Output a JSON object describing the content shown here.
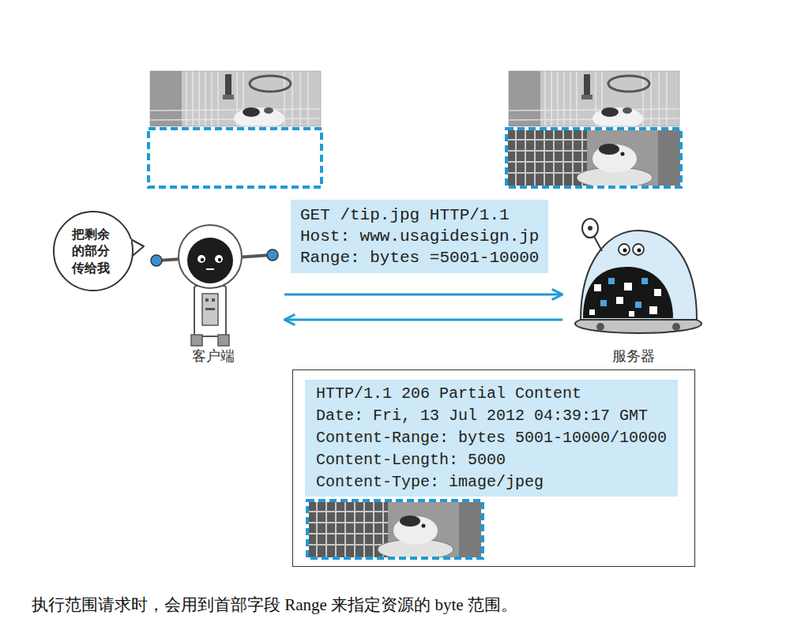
{
  "diagram": {
    "caption": "执行范围请求时，会用到首部字段 Range 来指定资源的 byte 范围。",
    "nodes": [
      {
        "text": [
          "把剩余 的部分 传给我"
        ]
      },
      {
        "text": [
          "客户端"
        ]
      },
      {
        "text": [
          "GET /tip.jpg HTTP/1.1",
          "Host: www.usagidesign.jp",
          "Range: bytes =5001-10000"
        ]
      },
      {
        "text": [
          "服务器"
        ]
      },
      {
        "text": []
      },
      {
        "text": [
          "HTTP/1.1 206 Partial Content",
          "Date: Fri, 13 Jul 2012 04:39:17 GMT",
          "Content-Range: bytes 5001-10000/10000",
          "Content-Length: 5000",
          "Content-Type: image/jpeg"
        ],
        "in": 4
      }
    ],
    "edges": [
      {
        "from": 1,
        "to": 3,
        "arrow": "to"
      },
      {
        "from": 3,
        "to": 1,
        "arrow": "to"
      }
    ]
  }
}
